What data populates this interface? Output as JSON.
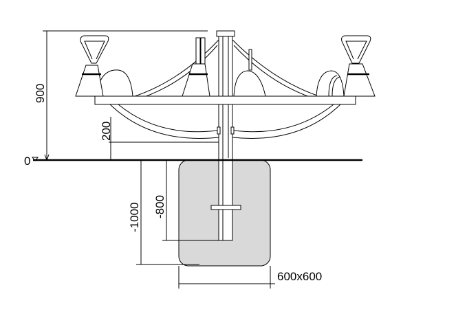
{
  "drawing": {
    "dimensions": {
      "height_total": "900",
      "seat_height": "200",
      "ground_level": "0",
      "post_depth": "-800",
      "foundation_depth": "-1000",
      "foundation_size": "600x600"
    },
    "colors": {
      "foundation_fill": "#d9d9d9",
      "line": "#000000"
    }
  }
}
